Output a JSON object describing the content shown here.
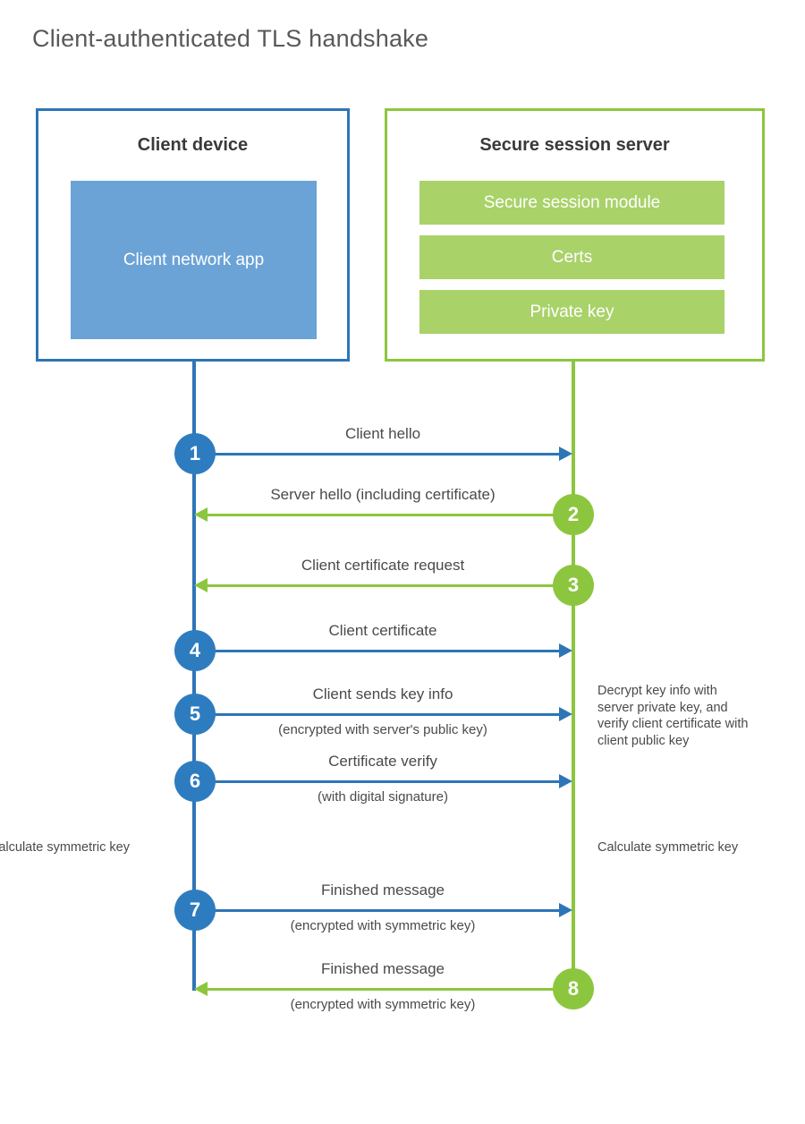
{
  "title": "Client-authenticated TLS handshake",
  "actors": {
    "client": {
      "title": "Client device",
      "app_label": "Client network app"
    },
    "server": {
      "title": "Secure session server",
      "components": [
        "Secure session module",
        "Certs",
        "Private key"
      ]
    }
  },
  "steps": [
    {
      "number": "1",
      "label": "Client hello",
      "sublabel": "",
      "direction": "client-to-server",
      "color": "#2E7CC0"
    },
    {
      "number": "2",
      "label": "Server hello (including certificate)",
      "sublabel": "",
      "direction": "server-to-client",
      "color": "#8CC63E"
    },
    {
      "number": "3",
      "label": "Client certificate request",
      "sublabel": "",
      "direction": "server-to-client",
      "color": "#8CC63E"
    },
    {
      "number": "4",
      "label": "Client certificate",
      "sublabel": "",
      "direction": "client-to-server",
      "color": "#2E7CC0"
    },
    {
      "number": "5",
      "label": "Client sends key info",
      "sublabel": "(encrypted with server's public key)",
      "direction": "client-to-server",
      "color": "#2E7CC0"
    },
    {
      "number": "6",
      "label": "Certificate verify",
      "sublabel": "(with digital signature)",
      "direction": "client-to-server",
      "color": "#2E7CC0"
    },
    {
      "number": "7",
      "label": "Finished message",
      "sublabel": "(encrypted with symmetric key)",
      "direction": "client-to-server",
      "color": "#2E7CC0"
    },
    {
      "number": "8",
      "label": "Finished message",
      "sublabel": "(encrypted with symmetric key)",
      "direction": "server-to-client",
      "color": "#8CC63E"
    }
  ],
  "annotations": {
    "server_decrypt": "Decrypt key info with server private key, and verify client certificate with client public key",
    "client_calculate": "Calculate symmetric key",
    "server_calculate": "Calculate symmetric key"
  },
  "colors": {
    "client_accent": "#2E75B6",
    "client_circle": "#2E7CC0",
    "client_app_fill": "#6BA3D6",
    "server_accent": "#8CC63E",
    "server_bar_fill": "#A9D269",
    "text": "#4A4A4A",
    "title_text": "#595959"
  }
}
